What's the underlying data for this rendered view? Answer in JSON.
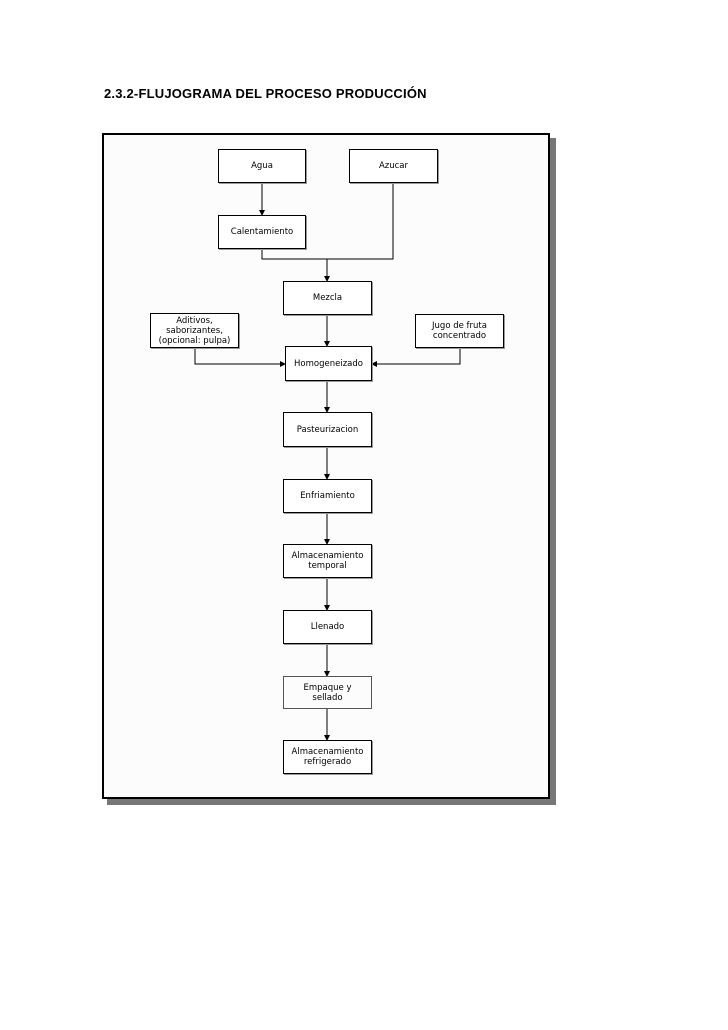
{
  "heading": "2.3.2-FLUJOGRAMA DEL PROCESO PRODUCCIÓN",
  "nodes": {
    "agua": "Agua",
    "azucar": "Azucar",
    "calentamiento": "Calentamiento",
    "mezcla": "Mezcla",
    "aditivos": "Aditivos,\nsaborizantes,\n(opcional: pulpa)",
    "jugo": "Jugo de fruta\nconcentrado",
    "homogeneizado": "Homogeneizado",
    "pasteurizacion": "Pasteurizacion",
    "enfriamiento": "Enfriamiento",
    "almacenamiento_temporal": "Almacenamiento\ntemporal",
    "llenado": "Llenado",
    "empaque": "Empaque y\nsellado",
    "almacenamiento_refrigerado": "Almacenamiento\nrefrigerado"
  }
}
